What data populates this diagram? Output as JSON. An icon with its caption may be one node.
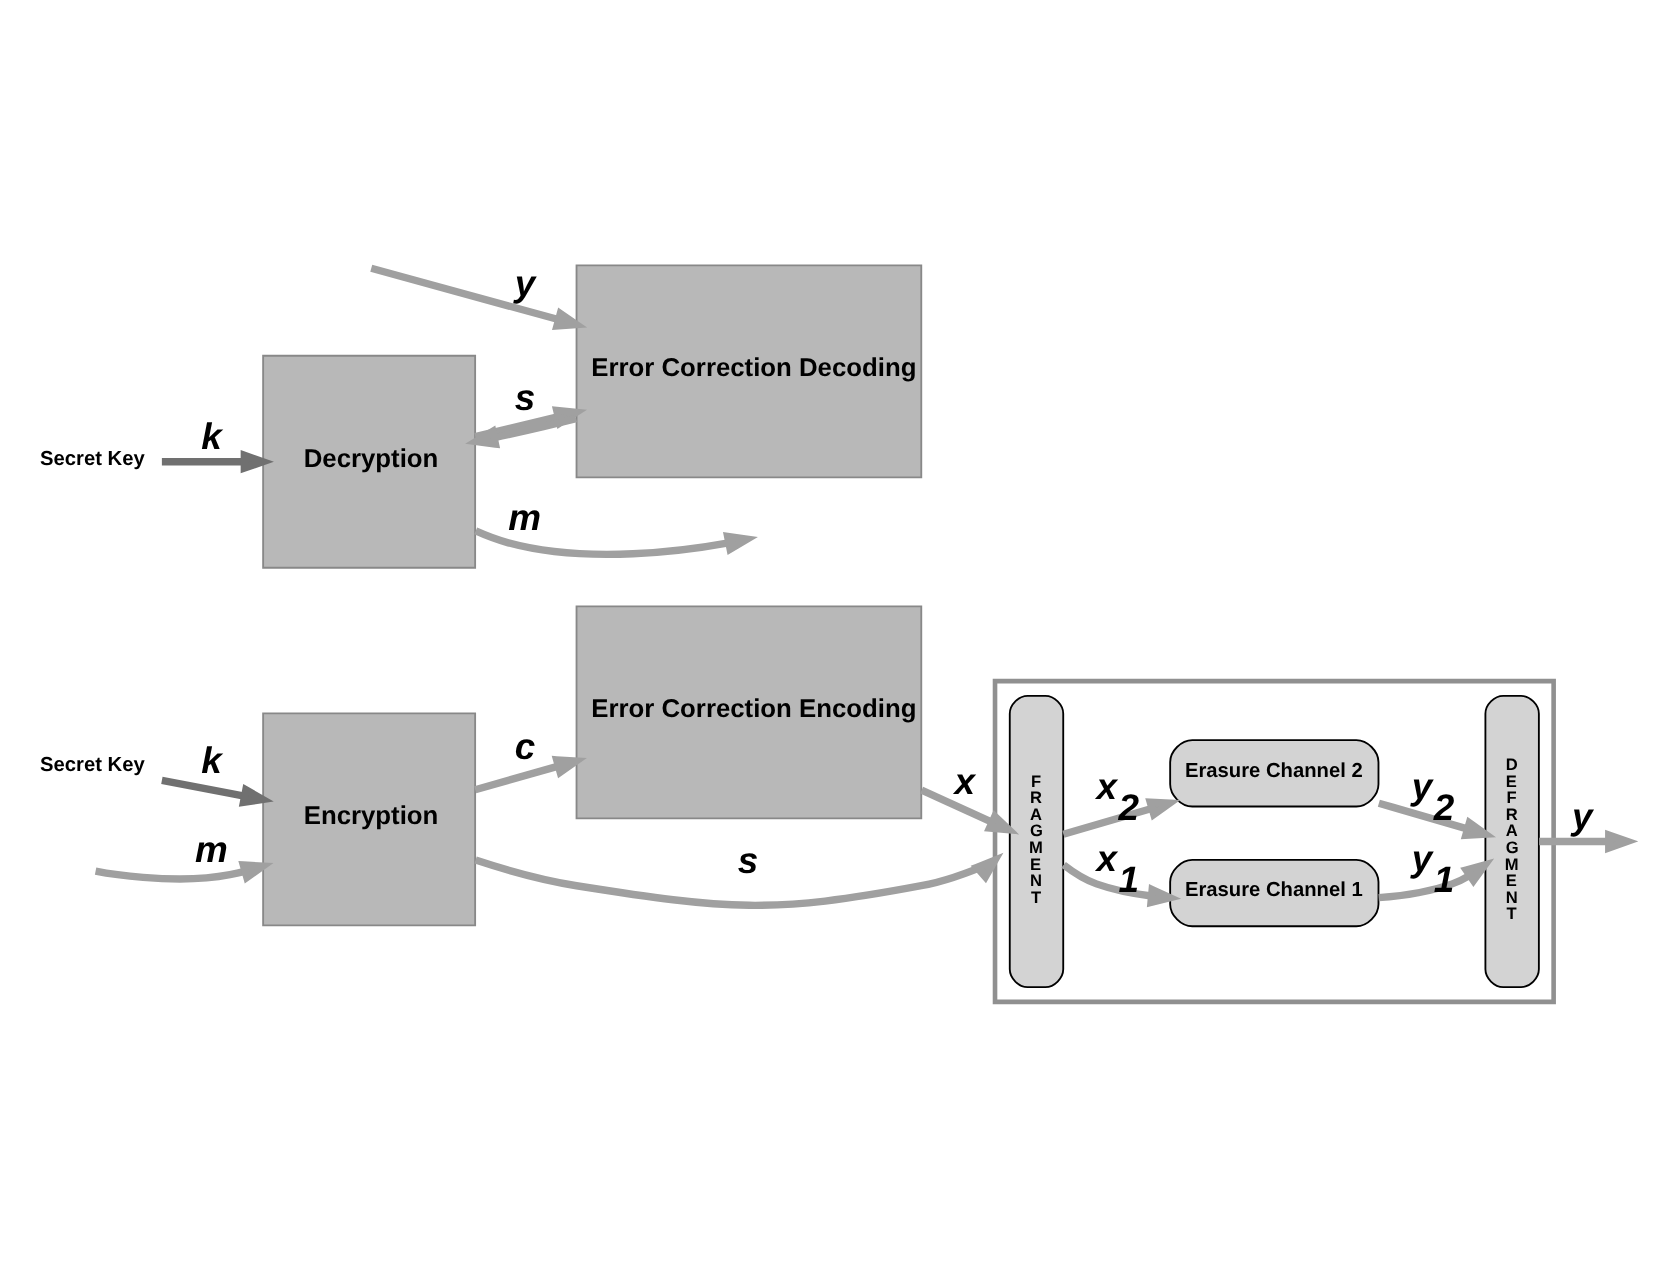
{
  "diagram": {
    "nodes": [
      {
        "text": [
          "Encryption"
        ]
      },
      {
        "text": [
          "Error Correction Encoding"
        ]
      },
      {
        "text": [],
        "shape": "box"
      },
      {
        "text": [
          "FRAGMENT"
        ],
        "in": 2
      },
      {
        "text": [
          "Erasure Channel 1"
        ],
        "in": 2
      },
      {
        "text": [
          "Erasure Channel 2"
        ],
        "in": 2
      },
      {
        "text": [
          "DEFRAGMENT"
        ],
        "in": 2
      },
      {
        "text": [
          "Secret Key"
        ]
      },
      {
        "text": [
          "Decryption"
        ]
      },
      {
        "text": [
          "Error Correction Decoding"
        ]
      },
      {
        "text": [
          "Secret Key"
        ]
      }
    ],
    "edges": [
      {
        "from": null,
        "to": 0,
        "arrow": "to",
        "label": "m"
      },
      {
        "from": 0,
        "to": 1,
        "arrow": "to",
        "label": "c"
      },
      {
        "from": 0,
        "to": 2,
        "arrow": "to",
        "label": "s"
      },
      {
        "from": 1,
        "to": 3,
        "arrow": "to",
        "label": "x"
      },
      {
        "from": 3,
        "to": 4,
        "arrow": "to",
        "label": "x$_{1}$"
      },
      {
        "from": 3,
        "to": 5,
        "arrow": "to",
        "label": "x$_{2}$"
      },
      {
        "from": 4,
        "to": 6,
        "arrow": "to",
        "label": "y$_{1}$"
      },
      {
        "from": 5,
        "to": 6,
        "arrow": "to",
        "label": "y$_{2}$"
      },
      {
        "from": 6,
        "to": null,
        "arrow": "to",
        "label": "y"
      },
      {
        "from": 7,
        "to": 0,
        "arrow": "to",
        "label": "k",
        "color": "#707070"
      },
      {
        "from": 8,
        "to": 9,
        "arrow": "to",
        "label": "s"
      },
      {
        "from": 9,
        "to": 8,
        "arrow": "to"
      },
      {
        "from": null,
        "to": 9,
        "arrow": "to",
        "label": "y"
      },
      {
        "from": 8,
        "to": null,
        "arrow": "to",
        "label": "m"
      },
      {
        "from": 10,
        "to": 8,
        "arrow": "to",
        "label": "k",
        "color": "#707070"
      }
    ]
  }
}
